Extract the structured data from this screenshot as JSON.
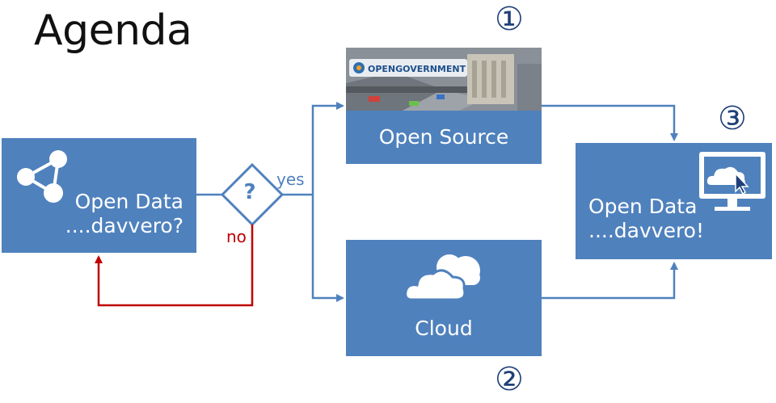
{
  "title": "Agenda",
  "nodes": {
    "start": {
      "line1": "Open Data",
      "line2": "....davvero?"
    },
    "open_source": {
      "label": "Open Source",
      "banner_text": "OPENGOVERNMENT"
    },
    "cloud": {
      "label": "Cloud"
    },
    "end": {
      "line1": "Open Data",
      "line2": "....davvero!"
    }
  },
  "decision": {
    "symbol": "?",
    "yes_label": "yes",
    "no_label": "no"
  },
  "step_numbers": {
    "one": "①",
    "two": "②",
    "three": "③"
  },
  "colors": {
    "box": "#4f81bd",
    "arrow": "#4f81bd",
    "no_arrow": "#c00000",
    "number": "#1f3f78"
  },
  "icons": {
    "start": "share-network-icon",
    "cloud": "cloud-icon",
    "end": "monitor-cloud-icon"
  }
}
